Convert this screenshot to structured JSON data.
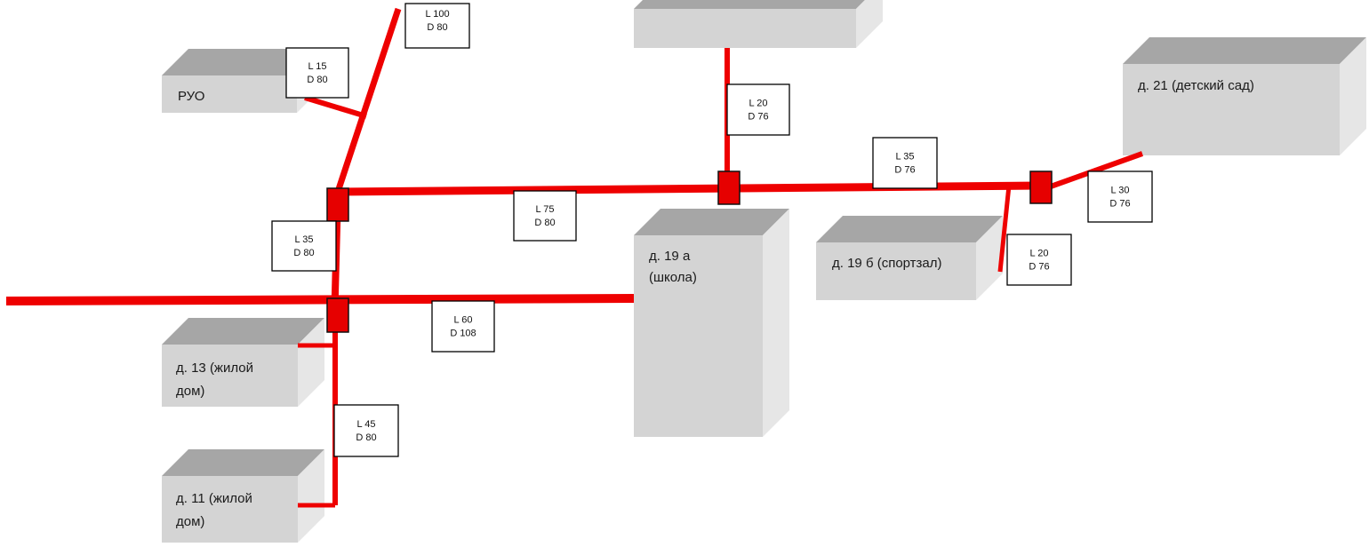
{
  "colors": {
    "pipe": "#ee0000",
    "node_fill": "#e60000",
    "node_stroke": "#111111",
    "box_front": "#d4d4d4",
    "box_top": "#a6a6a6",
    "box_side": "#e6e6e6",
    "tag_border": "#000000"
  },
  "buildings": {
    "ruo": {
      "lines": [
        "РУО"
      ]
    },
    "top": {
      "lines": []
    },
    "kindergarten": {
      "lines": [
        "д. 21 (детский сад)"
      ]
    },
    "school": {
      "lines": [
        "д. 19 а",
        "(школа)"
      ]
    },
    "gym": {
      "lines": [
        "д. 19 б (спортзал)"
      ]
    },
    "house13": {
      "lines": [
        "д. 13 (жилой",
        "дом)"
      ]
    },
    "house11": {
      "lines": [
        "д. 11 (жилой",
        "дом)"
      ]
    }
  },
  "segments": {
    "seg_l100": {
      "l": "L 100",
      "d": "D 80"
    },
    "seg_l15": {
      "l": "L 15",
      "d": "D 80"
    },
    "seg_l20_top": {
      "l": "L 20",
      "d": "D 76"
    },
    "seg_l35_right": {
      "l": "L 35",
      "d": "D 76"
    },
    "seg_l30": {
      "l": "L 30",
      "d": "D 76"
    },
    "seg_l75": {
      "l": "L 75",
      "d": "D 80"
    },
    "seg_l35_left": {
      "l": "L 35",
      "d": "D 80"
    },
    "seg_l20_gym": {
      "l": "L 20",
      "d": "D 76"
    },
    "seg_l60": {
      "l": "L 60",
      "d": "D 108"
    },
    "seg_l45": {
      "l": "L 45",
      "d": "D 80"
    }
  }
}
